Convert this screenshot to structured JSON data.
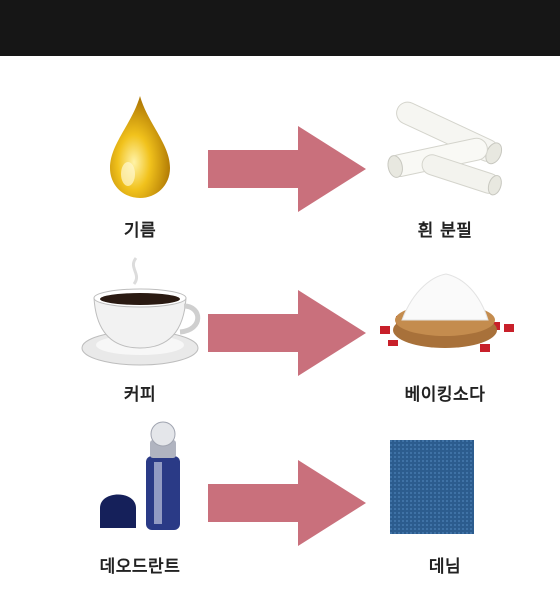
{
  "rows": [
    {
      "from_label": "기름",
      "from_icon": "oil-drop-icon",
      "to_label": "흰 분필",
      "to_icon": "white-chalk-icon"
    },
    {
      "from_label": "커피",
      "from_icon": "coffee-cup-icon",
      "to_label": "베이킹소다",
      "to_icon": "baking-soda-icon"
    },
    {
      "from_label": "데오드란트",
      "from_icon": "deodorant-icon",
      "to_label": "데님",
      "to_icon": "denim-icon"
    }
  ],
  "colors": {
    "arrow": "#c9707c",
    "topbar": "#161616",
    "oil": "#e7b214",
    "denim": "#2c5c8e"
  }
}
